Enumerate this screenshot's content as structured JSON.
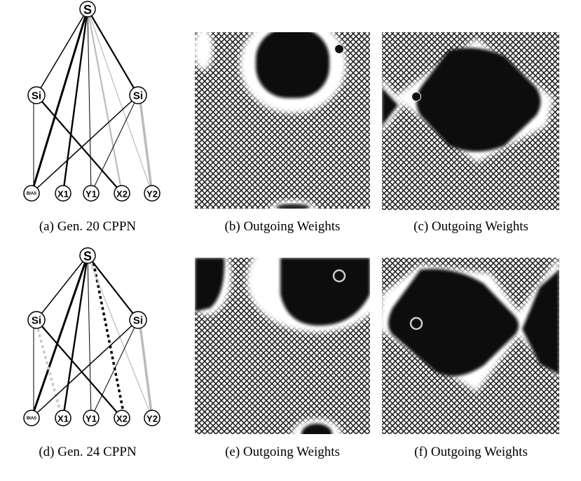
{
  "nodes": {
    "output": "S",
    "hidden": "Si",
    "bias": "BIAS",
    "x1": "X1",
    "y1": "Y1",
    "x2": "X2",
    "y2": "Y2"
  },
  "captions": {
    "a": "(a) Gen. 20 CPPN",
    "b": "(b) Outgoing Weights",
    "c": "(c) Outgoing Weights",
    "d": "(d) Gen. 24 CPPN",
    "e": "(e) Outgoing Weights",
    "f": "(f) Outgoing Weights"
  }
}
